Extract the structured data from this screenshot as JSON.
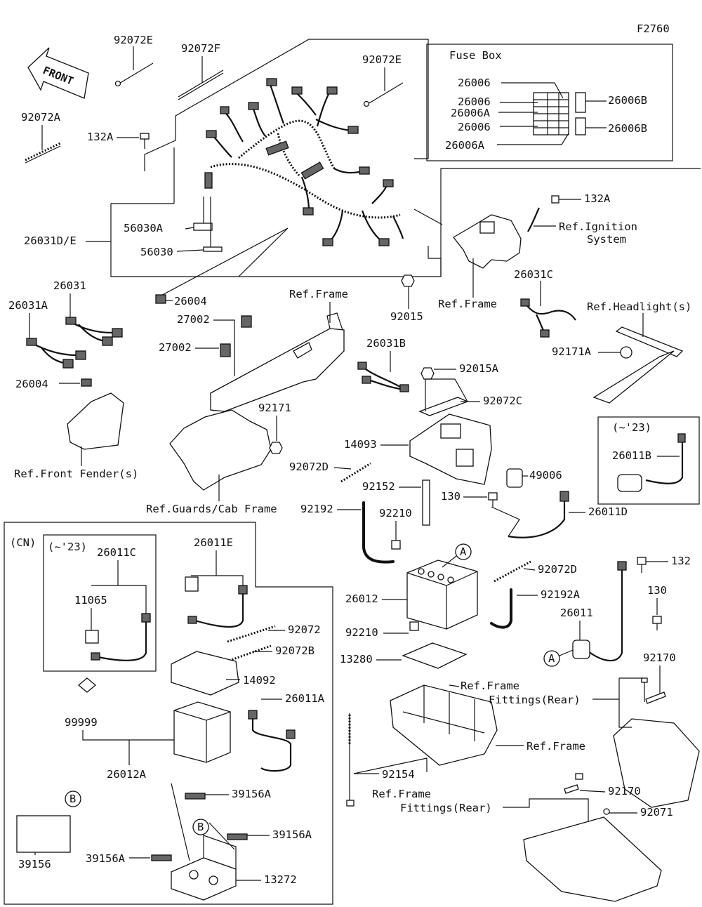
{
  "diagram_id": "F2760",
  "front_arrow": "FRONT",
  "fuse_box_title": "Fuse Box",
  "section_cn": "(CN)",
  "year_note": "(~'23)",
  "callouts": [
    "A",
    "B"
  ],
  "labels": {
    "p92072E_top": "92072E",
    "p92072F": "92072F",
    "p92072E_right": "92072E",
    "p92072A": "92072A",
    "p132A_left": "132A",
    "p26006_1": "26006",
    "p26006_2": "26006",
    "p26006A_1": "26006A",
    "p26006_3": "26006",
    "p26006A_2": "26006A",
    "p26006B_1": "26006B",
    "p26006B_2": "26006B",
    "p132A_right": "132A",
    "ref_ignition": "Ref.Ignition",
    "ref_ignition_2": "System",
    "p56030A": "56030A",
    "p26031DE": "26031D/E",
    "p56030": "56030",
    "ref_frame_center": "Ref.Frame",
    "p92015": "92015",
    "p26031C": "26031C",
    "ref_headlights": "Ref.Headlight(s)",
    "p26031": "26031",
    "p26031A": "26031A",
    "p26004_top": "26004",
    "ref_frame_top": "Ref.Frame",
    "p27002_1": "27002",
    "p27002_2": "27002",
    "p26031B": "26031B",
    "p92015A": "92015A",
    "p92171A": "92171A",
    "p26004_left": "26004",
    "p92072C": "92072C",
    "p92171": "92171",
    "p14093": "14093",
    "p26011B": "26011B",
    "ref_front_fenders": "Ref.Front Fender(s)",
    "p92072D_left": "92072D",
    "p49006": "49006",
    "p92152": "92152",
    "p130_left": "130",
    "ref_guards": "Ref.Guards/Cab Frame",
    "p92192": "92192",
    "p92210_top": "92210",
    "p26011D": "26011D",
    "p26011C": "26011C",
    "p26011E": "26011E",
    "p92072D_right": "92072D",
    "p132": "132",
    "p11065": "11065",
    "p26012": "26012",
    "p92192A": "92192A",
    "p130_right": "130",
    "p26011": "26011",
    "p92072": "92072",
    "p92210_bottom": "92210",
    "p92072B": "92072B",
    "p13280": "13280",
    "p92170_top": "92170",
    "p14092": "14092",
    "ref_frame_fittings": "Ref.Frame",
    "ref_frame_fittings_2": "Fittings(Rear)",
    "p26011A": "26011A",
    "p99999": "99999",
    "ref_frame_right": "Ref.Frame",
    "p26012A": "26012A",
    "p92154": "92154",
    "ref_frame_fittings_b": "Ref.Frame",
    "ref_frame_fittings_b_2": "Fittings(Rear)",
    "p92170_bottom": "92170",
    "p92071": "92071",
    "p39156A_1": "39156A",
    "p39156A_2": "39156A",
    "p39156A_3": "39156A",
    "p39156": "39156",
    "p13272": "13272"
  }
}
